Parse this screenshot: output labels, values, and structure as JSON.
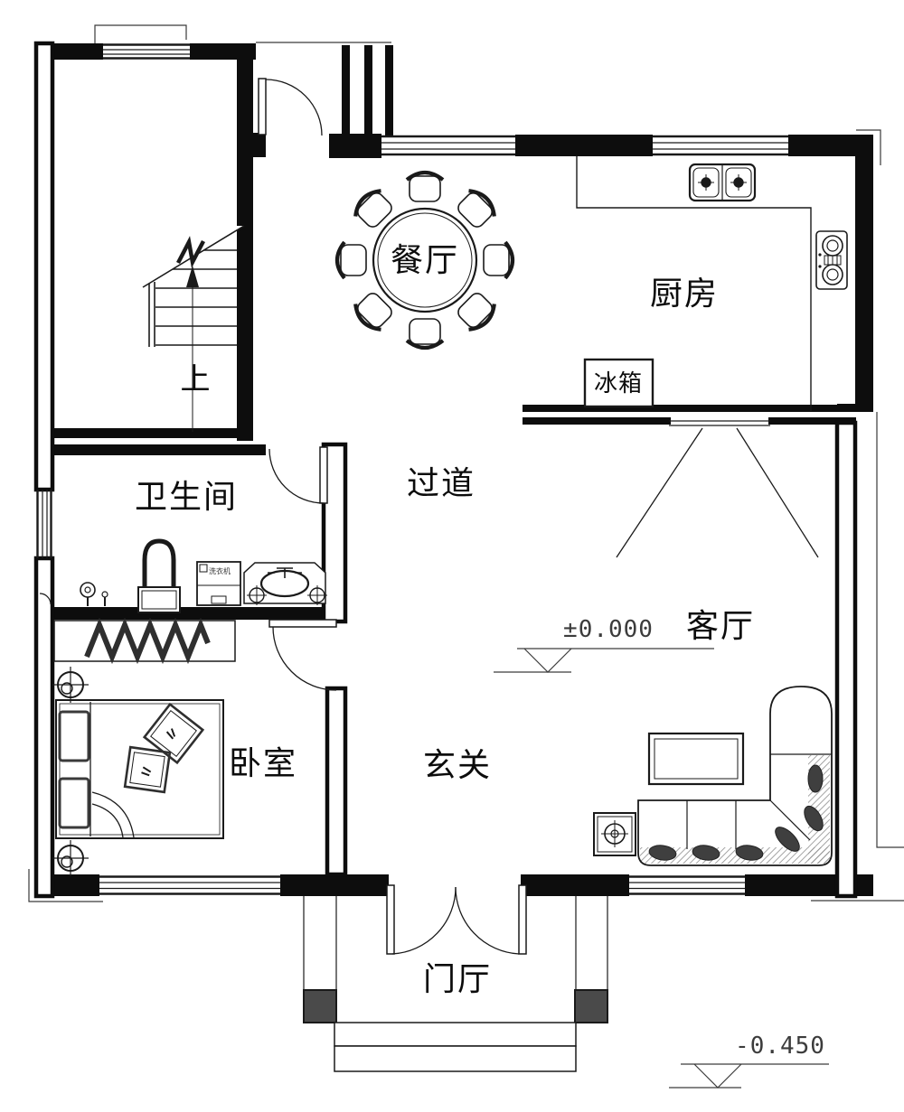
{
  "plan": {
    "type": "architectural-floor-plan",
    "rooms": [
      {
        "id": "dining",
        "label": "餐厅"
      },
      {
        "id": "kitchen",
        "label": "厨房"
      },
      {
        "id": "bathroom",
        "label": "卫生间"
      },
      {
        "id": "corridor",
        "label": "过道"
      },
      {
        "id": "living",
        "label": "客厅"
      },
      {
        "id": "bedroom",
        "label": "卧室"
      },
      {
        "id": "entry",
        "label": "玄关"
      },
      {
        "id": "foyer",
        "label": "门厅"
      }
    ],
    "fixtures": {
      "fridge_label": "冰箱",
      "washer_label": "洗衣机",
      "stairs_direction": "上"
    },
    "levels": {
      "main_floor": "±0.000",
      "outdoor": "-0.450"
    },
    "colors": {
      "wall": "#0d0d0d",
      "line": "#1a1a1a",
      "cushion": "#3f3f3f"
    }
  }
}
